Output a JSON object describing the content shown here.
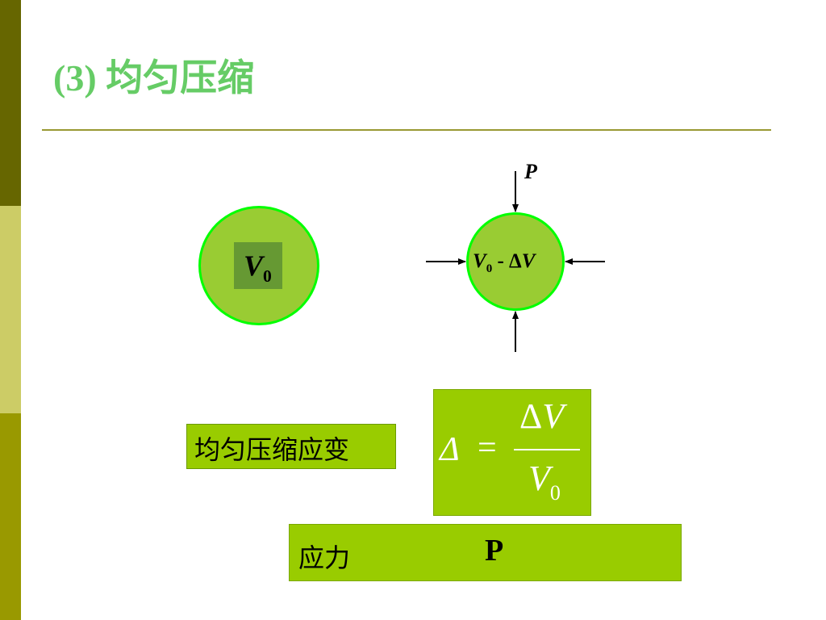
{
  "slide": {
    "title": "(3) 均匀压缩",
    "accent_colors": {
      "title": "#66cc66",
      "circle_fill": "#99cc33",
      "circle_border": "#00ff00",
      "box_fill": "#99cc00",
      "sidebar": [
        "#666600",
        "#cccc66",
        "#999900"
      ]
    }
  },
  "diagram": {
    "initial_volume": {
      "symbol": "V",
      "subscript": "0"
    },
    "compressed_volume": {
      "symbol": "V",
      "subscript": "0",
      "minus": " - ",
      "delta": "Δ",
      "delta_symbol": "V"
    },
    "pressure_label": "P"
  },
  "strain": {
    "label": "均匀压缩应变",
    "formula": {
      "lhs": "Δ",
      "equals": "=",
      "numerator_delta": "Δ",
      "numerator_var": "V",
      "denominator_var": "V",
      "denominator_sub": "0"
    }
  },
  "stress": {
    "label": "应力",
    "value": "P"
  }
}
